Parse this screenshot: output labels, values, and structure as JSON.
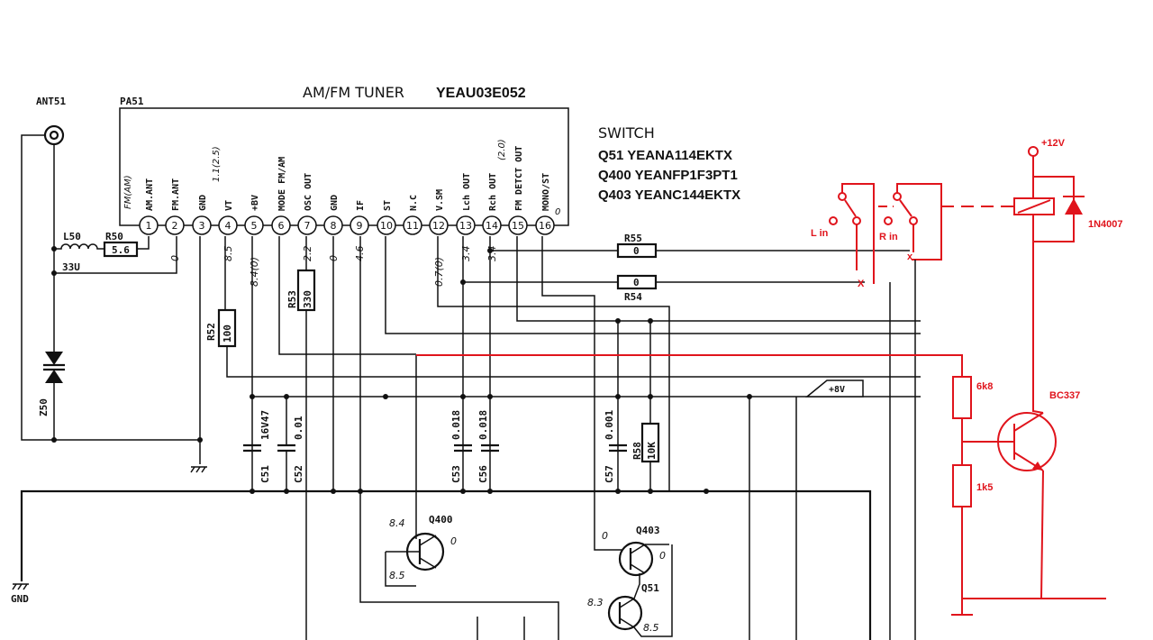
{
  "title": {
    "prefix": "AM/FM TUNER",
    "part": "YEAU03E052"
  },
  "module": "PA51",
  "antenna": "ANT51",
  "switch": {
    "heading": "SWITCH",
    "lines": [
      "Q51 YEANA114EKTX",
      "Q400 YEANFP1F3PT1",
      "Q403 YEANC144EKTX"
    ]
  },
  "pins": [
    {
      "num": "1",
      "name": "AM.ANT",
      "volt": ""
    },
    {
      "num": "2",
      "name": "FM.ANT",
      "volt": "0"
    },
    {
      "num": "3",
      "name": "GND",
      "volt": ""
    },
    {
      "num": "4",
      "name": "VT",
      "volt": "8.5"
    },
    {
      "num": "5",
      "name": "+BV",
      "volt": "8.4(0)"
    },
    {
      "num": "6",
      "name": "MODE FM/AM",
      "volt": ""
    },
    {
      "num": "7",
      "name": "OSC OUT",
      "volt": "2.2"
    },
    {
      "num": "8",
      "name": "GND",
      "volt": "0"
    },
    {
      "num": "9",
      "name": "IF",
      "volt": "4.6"
    },
    {
      "num": "10",
      "name": "ST",
      "volt": ""
    },
    {
      "num": "11",
      "name": "N.C",
      "volt": ""
    },
    {
      "num": "12",
      "name": "V.SM",
      "volt": "0.7(0)"
    },
    {
      "num": "13",
      "name": "Lch OUT",
      "volt": "3.4"
    },
    {
      "num": "14",
      "name": "Rch OUT",
      "volt": "3.4"
    },
    {
      "num": "15",
      "name": "FM DETCT OUT",
      "volt": ""
    },
    {
      "num": "16",
      "name": "MONO/ST",
      "volt": ""
    }
  ],
  "pin_extras": {
    "fm_am": "FM(AM)",
    "gnd_volt": "1.1(2.5)",
    "rch_volt": "(2.0)",
    "mono_volt": "0"
  },
  "components": {
    "l50": "L50",
    "l50_val": "33U",
    "r50": "R50",
    "r50_val": "5.6",
    "z50": "Z50",
    "r52": "R52",
    "r52_val": "100",
    "r53": "R53",
    "r53_val": "330",
    "r55": "R55",
    "r55_val": "0",
    "r54": "R54",
    "r54_val": "0",
    "r58": "R58",
    "r58_val": "10K",
    "c51": "C51",
    "c51_val": "16V47",
    "c52": "C52",
    "c52_val": "0.01",
    "c53": "C53",
    "c53_val": "0.018",
    "c56": "C56",
    "c56_val": "0.018",
    "c57": "C57",
    "c57_val": "0.001",
    "q400": "Q400",
    "q403": "Q403",
    "q51": "Q51",
    "plus8v": "+8V",
    "gnd": "GND"
  },
  "transistor_volts": {
    "q400_b": "8.4",
    "q400_c": "0",
    "q400_e": "8.5",
    "q403_b": "0",
    "q403_c": "0",
    "q51_b": "8.3",
    "q51_e": "8.5"
  },
  "modification": {
    "supply": "+12V",
    "diode": "1N4007",
    "transistor": "BC337",
    "r_top": "6k8",
    "r_bottom": "1k5",
    "l_in": "L in",
    "r_in": "R in",
    "cut_mark": "X",
    "cut_mark_small": "x"
  },
  "colors": {
    "ink": "#111111",
    "modification_red": "#e0141c",
    "background": "#ffffff"
  }
}
